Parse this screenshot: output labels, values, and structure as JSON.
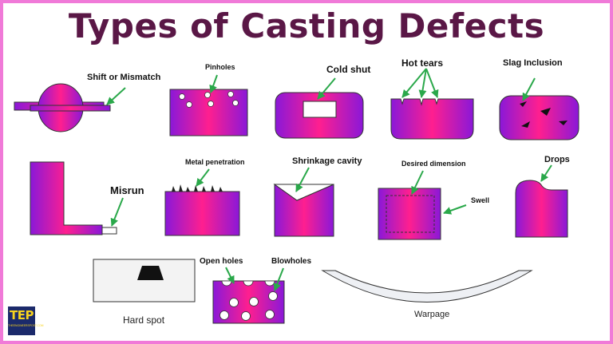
{
  "title": "Types of Casting Defects",
  "colors": {
    "magenta": "#ff1f8f",
    "violet": "#8a18d8",
    "title": "#5a1746",
    "frame": "#f07ad8",
    "arrow": "#2aa84a"
  },
  "labels": {
    "shift": "Shift or Mismatch",
    "pinholes": "Pinholes",
    "cold_shut": "Cold shut",
    "hot_tears": "Hot tears",
    "slag_inclusion": "Slag Inclusion",
    "misrun": "Misrun",
    "metal_penetration": "Metal penetration",
    "shrinkage_cavity": "Shrinkage cavity",
    "desired_dimension": "Desired dimension",
    "swell": "Swell",
    "drops": "Drops",
    "open_holes": "Open holes",
    "blowholes": "Blowholes",
    "hard_spot": "Hard spot",
    "warpage": "Warpage"
  },
  "logo": {
    "mark": "TEP",
    "sub": "THEENGINEERSPOST.COM"
  }
}
